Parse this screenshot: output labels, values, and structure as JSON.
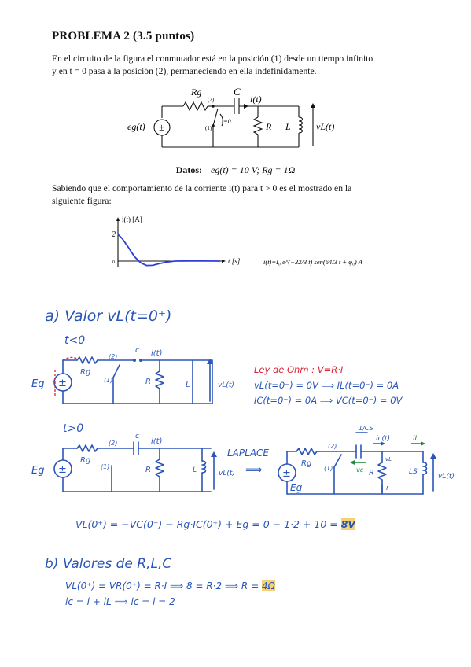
{
  "problem": {
    "title": "PROBLEMA 2 (3.5 puntos)",
    "intro_line1": "En el circuito de la figura el conmutador está en la posición (1) desde un tiempo infinito",
    "intro_line2": "y en t = 0 pasa a la posición (2), permaneciendo en ella indefinidamente.",
    "datos_label": "Datos:",
    "datos_values": "eg(t) = 10 V;   Rg = 1Ω",
    "current_line1": "Sabiendo que el comportamiento de la corriente i(t) para t > 0 es el mostrado en la",
    "current_line2": "siguiente figura:"
  },
  "circuit_labels": {
    "Rg": "Rg",
    "C": "C",
    "it": "i(t)",
    "pos2": "(2)",
    "pos1": "(1)",
    "t0": "t=0",
    "eg": "eg(t)",
    "R": "R",
    "L": "L",
    "vL": "vL(t)"
  },
  "graph": {
    "ylabel": "i(t) [A]",
    "xlabel": "t [s]",
    "y_tick": "2",
    "zero": "0",
    "formula": "i(t)=I₀ e^(−32/3 t) sen(64/3 t + φ₀) A",
    "curve": [
      [
        0,
        2
      ],
      [
        0.02,
        1.7
      ],
      [
        0.05,
        1.05
      ],
      [
        0.08,
        0.35
      ],
      [
        0.11,
        -0.12
      ],
      [
        0.14,
        -0.33
      ],
      [
        0.17,
        -0.32
      ],
      [
        0.2,
        -0.2
      ],
      [
        0.24,
        -0.07
      ],
      [
        0.28,
        0.0
      ],
      [
        0.35,
        0.01
      ],
      [
        0.5,
        0.0
      ]
    ]
  },
  "notes": {
    "a_title": "a) Valor vL(t=0⁺)",
    "t_neg": "t<0",
    "t_pos": "t>0",
    "ohm_law": "Ley de Ohm : V=R·I",
    "eq1": "vL(t=0⁻) = 0V ⟹ IL(t=0⁻) = 0A",
    "eq2": "IC(t=0⁻) = 0A ⟹ VC(t=0⁻) = 0V",
    "laplace": "LAPLACE",
    "vl0": "VL(0⁺) = −VC(0⁻) − Rg·IC(0⁺) + Eg = 0 − 1·2 + 10 =",
    "vl0_result": "8V",
    "b_title": "b) Valores de R,L,C",
    "b_eq1": "VL(0⁺) = VR(0⁺) = R·I ⟹ 8 = R·2 ⟹ R =",
    "b_eq1_result": "4Ω",
    "b_eq2": "ic = i + iL ⟹ ic = i = 2",
    "s_labels": {
      "one_over_cs": "1/CS",
      "ls": "LS",
      "vc": "vc",
      "ic": "ic(t)",
      "iL": "iL",
      "i": "i",
      "vL": "vL"
    },
    "hand_labels": {
      "Eg": "Eg",
      "Rg": "Rg",
      "C": "c",
      "it": "i(t)",
      "p2": "(2)",
      "p1": "(1)",
      "R": "R",
      "L": "L",
      "vLt": "vL(t)"
    }
  }
}
